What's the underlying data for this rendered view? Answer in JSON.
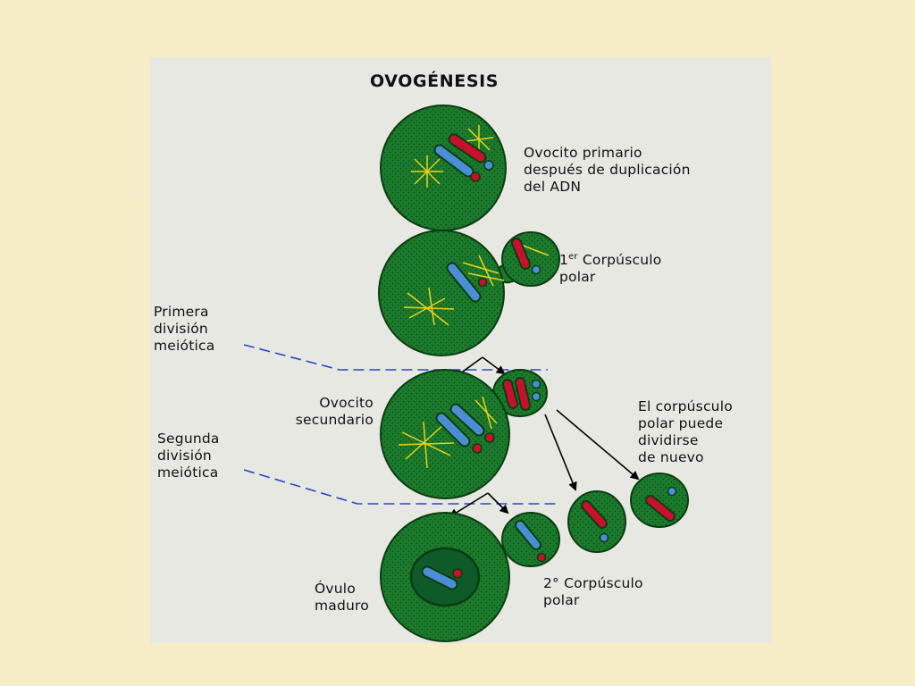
{
  "title": "OVOGÉNESIS",
  "labels": {
    "primary_oocyte": "Ovocito primario\ndespués de duplicación\ndel ADN",
    "first_polar_body_prefix": "1",
    "first_polar_body_sup": "er",
    "first_polar_body_rest": " Corpúsculo\npolar",
    "first_meiotic_division": "Primera\ndivisión\nmeiótica",
    "secondary_oocyte": "Ovocito\nsecundario",
    "polar_body_may_divide": "El corpúsculo\npolar puede\ndividirse\nde nuevo",
    "second_meiotic_division": "Segunda\ndivisión\nmeiótica",
    "mature_ovum": "Óvulo\nmaduro",
    "second_polar_body": "2° Corpúsculo\npolar"
  },
  "colors": {
    "background": "#f7ecc8",
    "panel": "#e8e8e3",
    "cell": "#1b7a2b",
    "cell_outline": "#0b3d12",
    "nucleus": "#0e5a28",
    "chromosome_red": "#c8102e",
    "chromosome_blue": "#4a8fd6",
    "spindle": "#e8d21a",
    "dashed_line": "#2a45c8"
  }
}
